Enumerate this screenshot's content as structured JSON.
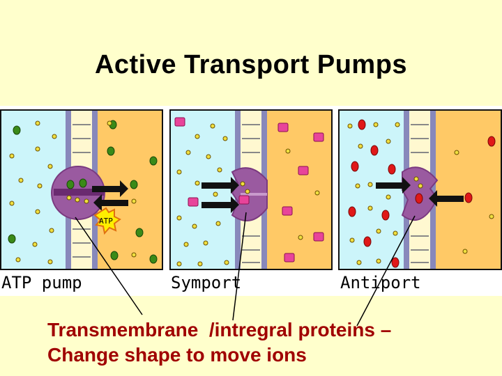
{
  "title": "Active Transport Pumps",
  "panels": [
    {
      "label": "ATP pump",
      "badge": "ATP"
    },
    {
      "label": "Symport"
    },
    {
      "label": "Antiport"
    }
  ],
  "caption": {
    "line1": "Transmembrane  /intregral proteins –",
    "line2": "Change shape to move ions"
  },
  "colors": {
    "background": "#ffffcc",
    "inside": "#ccf5fa",
    "outside": "#ffc966",
    "protein": "#9a5aa0",
    "caption": "#a00000",
    "green_ion": "#3a8a18",
    "pink_ion": "#e8449a",
    "red_ion": "#e01818",
    "small_ion": "#f0e040"
  }
}
